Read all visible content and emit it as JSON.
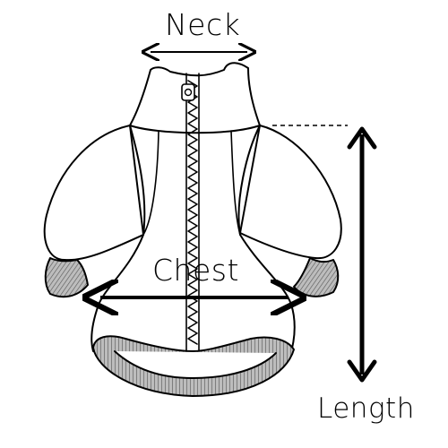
{
  "labels": {
    "neck": "Neck",
    "chest": "Chest",
    "length": "Length"
  },
  "colors": {
    "line": "#000000",
    "fabric": "#ffffff",
    "ribbing": "#9a9a9a"
  }
}
